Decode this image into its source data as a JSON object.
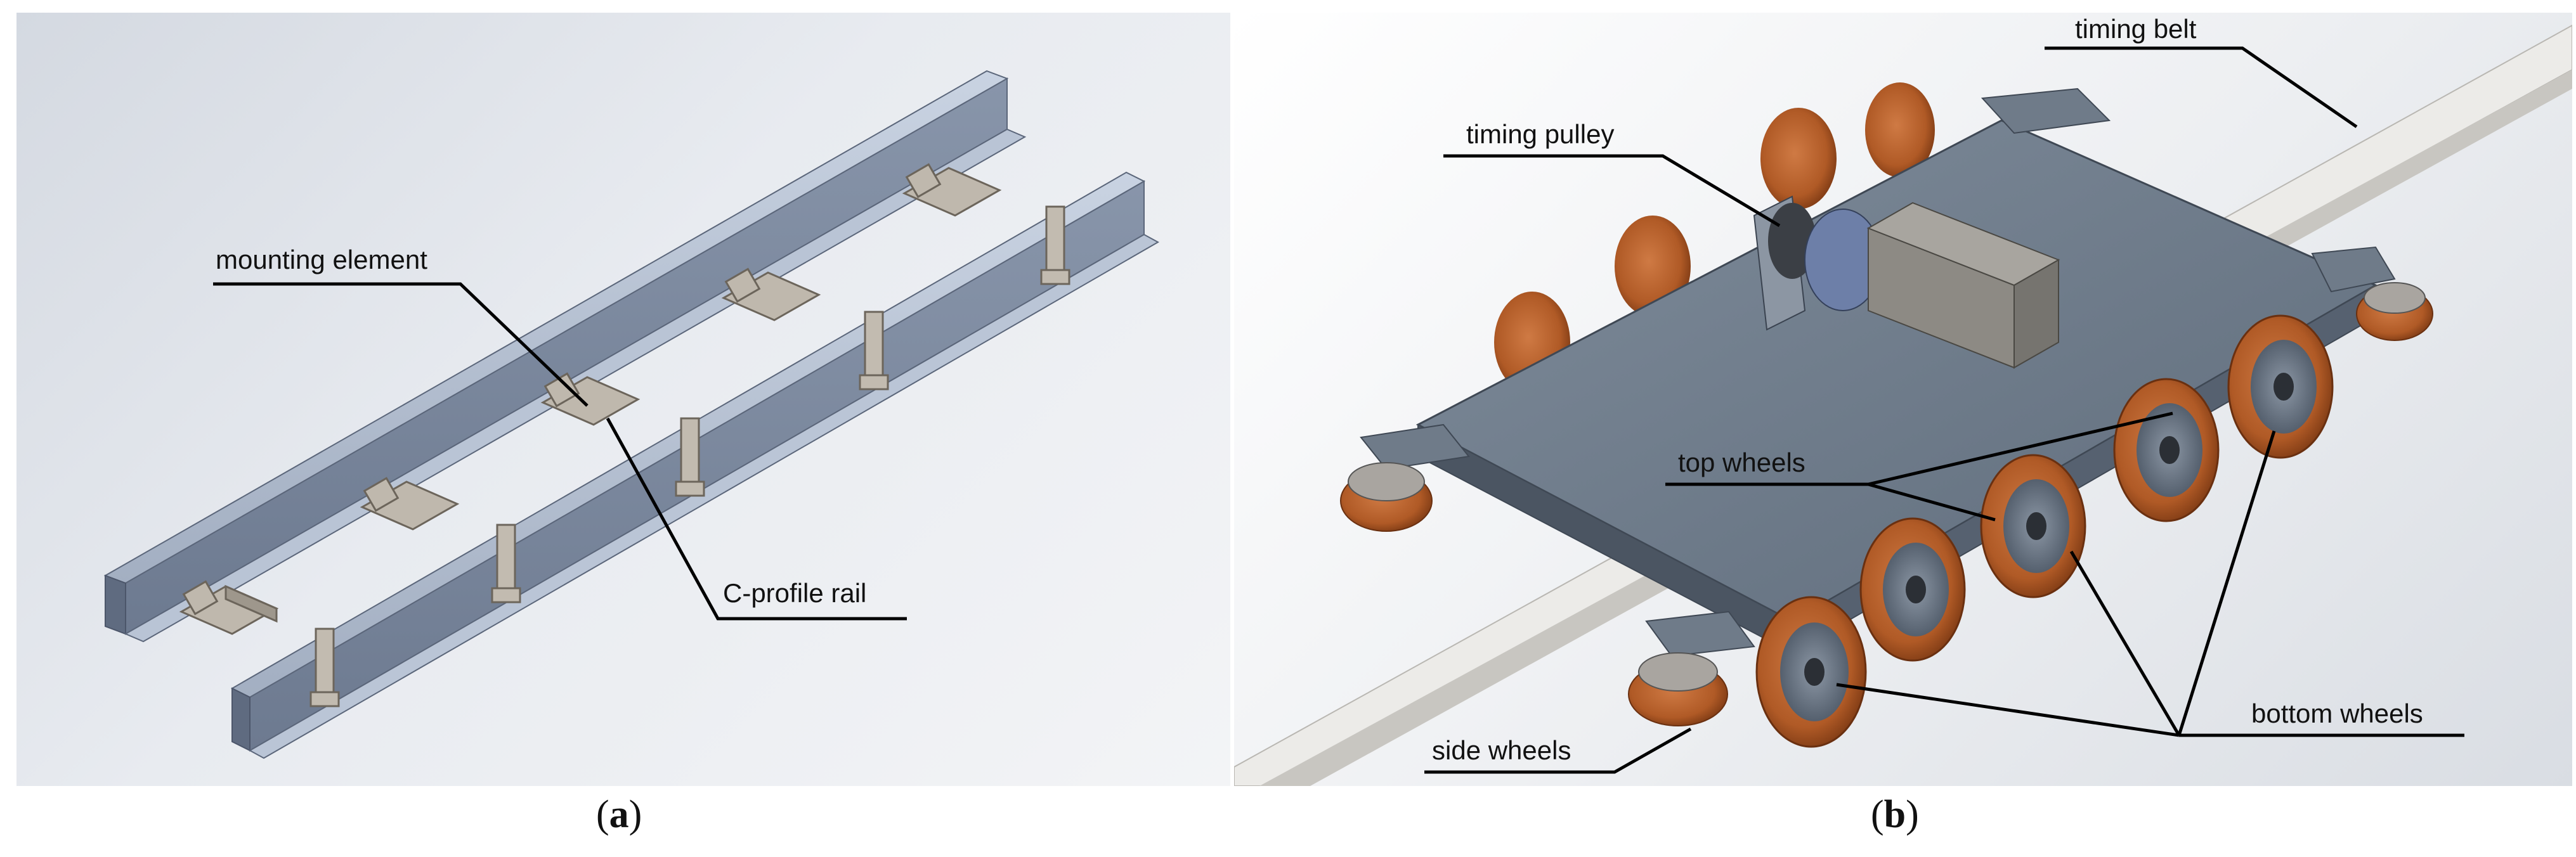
{
  "panel_a": {
    "caption_open": "(",
    "caption_letter": "a",
    "caption_close": ")",
    "labels": {
      "mounting_element": "mounting element",
      "c_profile_rail": "C-profile rail"
    }
  },
  "panel_b": {
    "caption_open": "(",
    "caption_letter": "b",
    "caption_close": ")",
    "labels": {
      "timing_belt": "timing belt",
      "timing_pulley": "timing pulley",
      "top_wheels": "top wheels",
      "bottom_wheels": "bottom wheels",
      "side_wheels": "side wheels"
    }
  },
  "colors": {
    "rail": "#a9b5c8",
    "plate": "#707e8e",
    "wheel": "#b5602c",
    "hub": "#596574"
  }
}
